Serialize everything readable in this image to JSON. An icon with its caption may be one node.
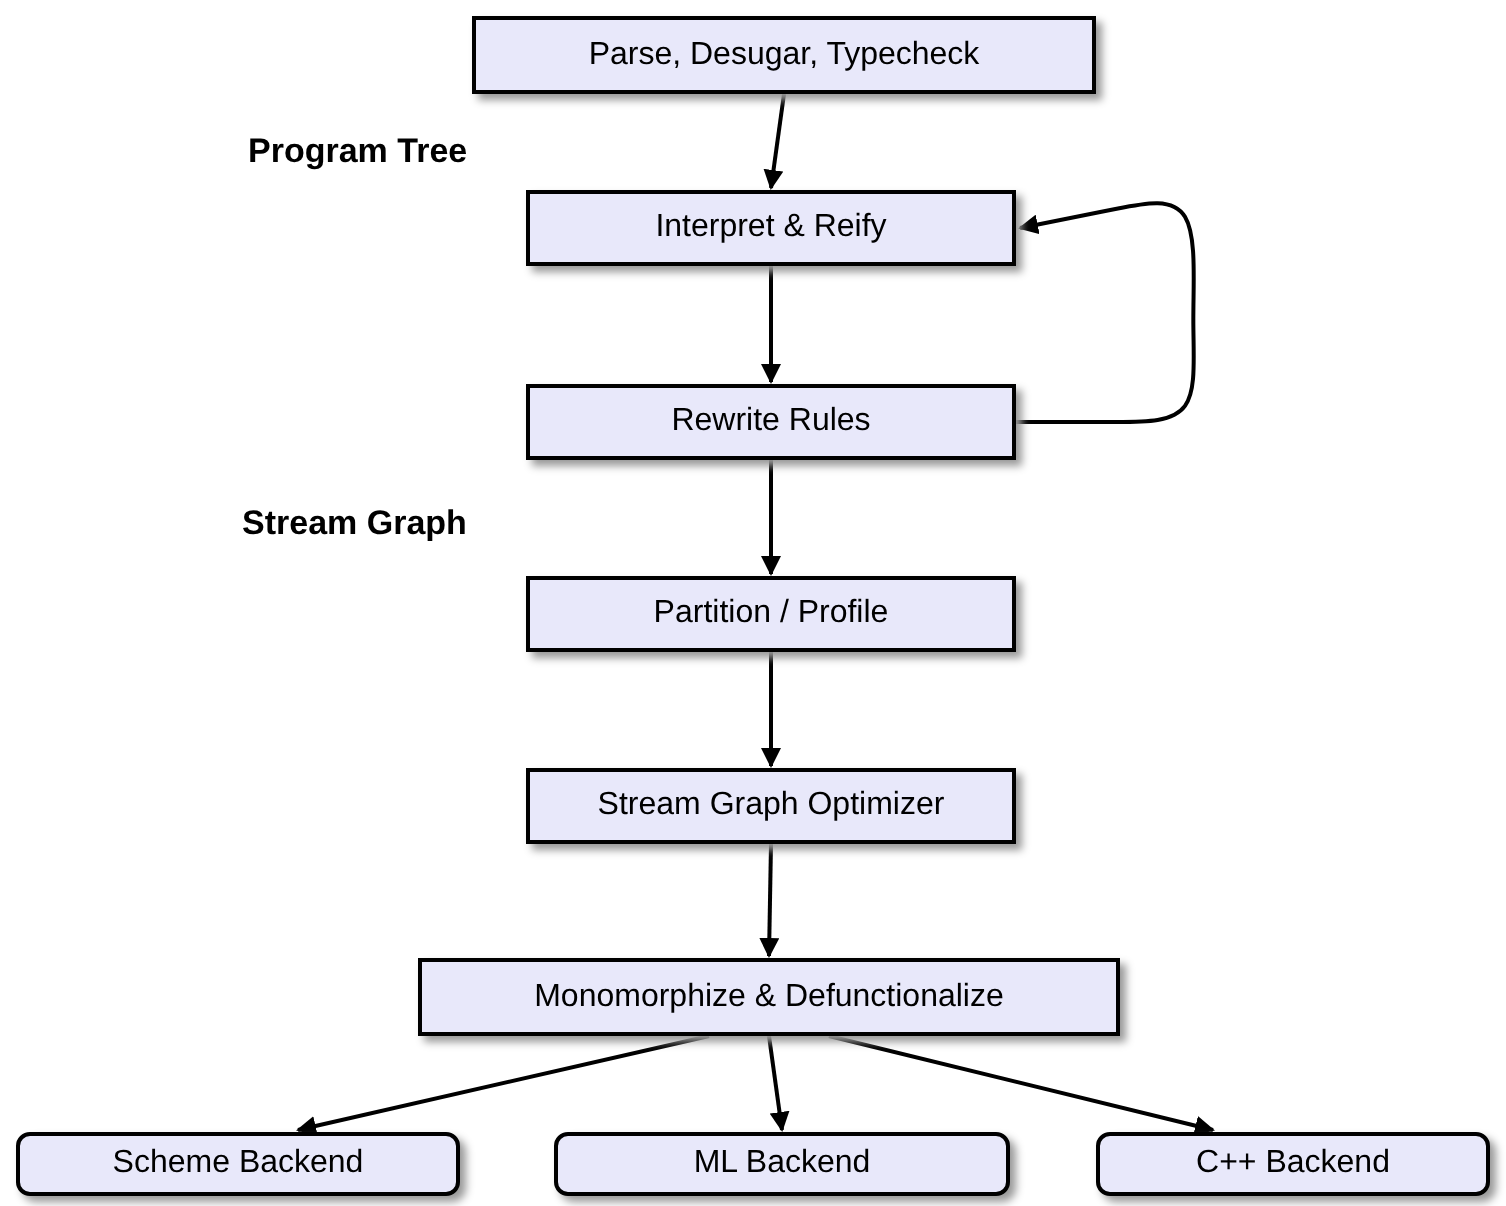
{
  "diagram": {
    "nodes": [
      {
        "text": [
          "Parse, Desugar, Typecheck"
        ]
      },
      {
        "text": [
          "Interpret & Reify"
        ]
      },
      {
        "text": [
          "Rewrite Rules"
        ]
      },
      {
        "text": [
          "Partition / Profile"
        ]
      },
      {
        "text": [
          "Stream Graph Optimizer"
        ]
      },
      {
        "text": [
          "Monomorphize & Defunctionalize"
        ]
      },
      {
        "text": [
          "Scheme Backend"
        ]
      },
      {
        "text": [
          "ML Backend"
        ]
      },
      {
        "text": [
          "C++ Backend"
        ]
      }
    ],
    "edges": [
      {
        "from": 0,
        "to": 1,
        "arrow": "to"
      },
      {
        "from": 1,
        "to": 2,
        "arrow": "to"
      },
      {
        "from": 2,
        "to": 1,
        "arrow": "to"
      },
      {
        "from": 2,
        "to": 3,
        "arrow": "to"
      },
      {
        "from": 3,
        "to": 4,
        "arrow": "to"
      },
      {
        "from": 4,
        "to": 5,
        "arrow": "to"
      },
      {
        "from": 5,
        "to": 6,
        "arrow": "to"
      },
      {
        "from": 5,
        "to": 7,
        "arrow": "to"
      },
      {
        "from": 5,
        "to": 8,
        "arrow": "to"
      }
    ],
    "labels": [
      "Program Tree",
      "Stream Graph"
    ]
  }
}
